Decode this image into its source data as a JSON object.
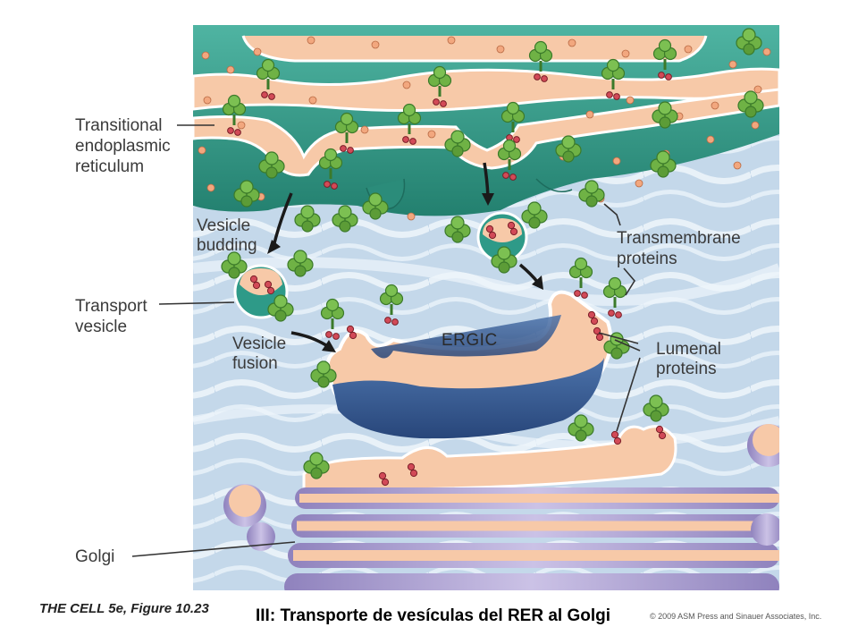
{
  "labels": {
    "transitional_er": [
      "Transitional",
      "endoplasmic",
      "reticulum"
    ],
    "vesicle_budding": [
      "Vesicle",
      "budding"
    ],
    "transport_vesicle": [
      "Transport",
      "vesicle"
    ],
    "vesicle_fusion": [
      "Vesicle",
      "fusion"
    ],
    "transmembrane_proteins": [
      "Transmembrane",
      "proteins"
    ],
    "ergic": "ERGIC",
    "lumenal_proteins": [
      "Lumenal",
      "proteins"
    ],
    "golgi": "Golgi"
  },
  "footer": {
    "figure_ref": "THE CELL 5e, Figure 10.23",
    "slide_title": "III: Transporte de vesículas del RER al Golgi",
    "copyright": "© 2009 ASM Press and Sinauer Associates, Inc."
  },
  "colors": {
    "er_teal": "#2e9a88",
    "lumen_peach": "#f7c9a8",
    "cytosol_blue": "#c9dcec",
    "ergic_blue": "#34588f",
    "golgi_purple": "#b9aed6",
    "protein_green": "#66a83e",
    "cargo_red": "#c9424f"
  }
}
